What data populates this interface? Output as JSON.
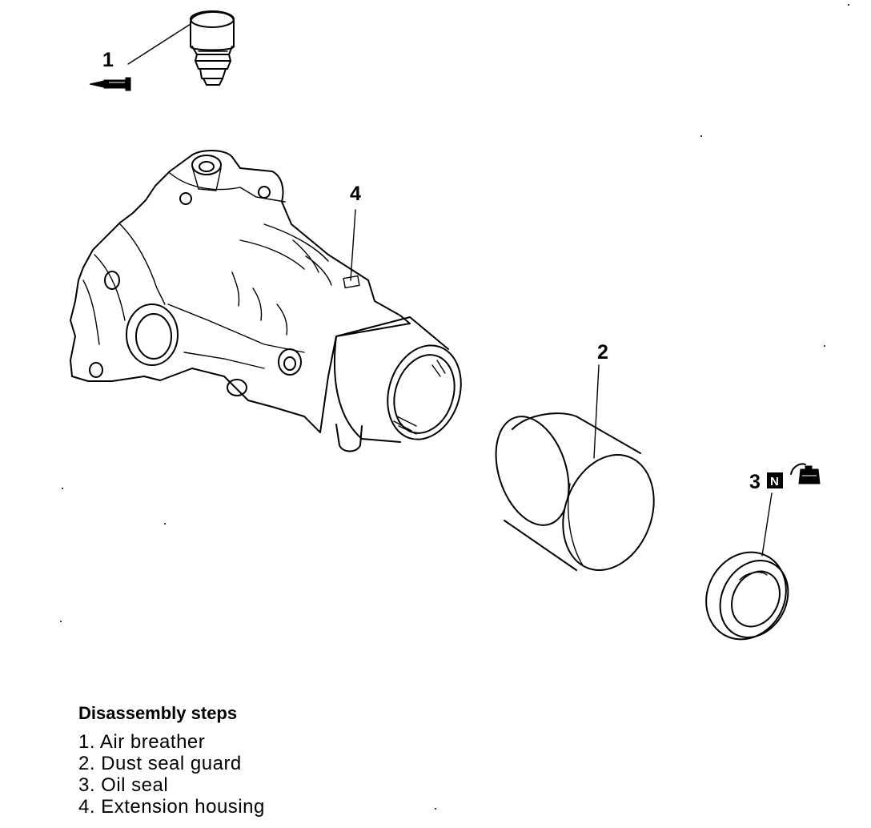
{
  "callouts": {
    "c1": "1",
    "c2": "2",
    "c3": "3",
    "c4": "4",
    "n_badge": "N"
  },
  "icons": {
    "grease": "grease-gun-icon",
    "oil": "oil-can-icon",
    "new_part": "new-part-badge-icon"
  },
  "steps": {
    "heading": "Disassembly steps",
    "items": [
      "1. Air breather",
      "2. Dust seal guard",
      "3. Oil seal",
      "4. Extension housing"
    ]
  }
}
